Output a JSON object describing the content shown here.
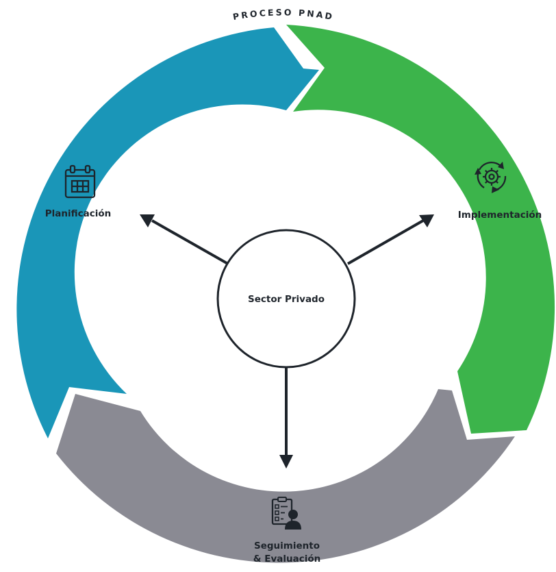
{
  "diagram": {
    "title": "PROCESO PNAD",
    "center": {
      "label": "Sector Privado"
    },
    "stages": [
      {
        "id": "planificacion",
        "lines": [
          "Planificación"
        ],
        "color": "#1a96b8",
        "icon": "calendar-icon"
      },
      {
        "id": "implementacion",
        "lines": [
          "Implementación"
        ],
        "color": "#3cb44b",
        "icon": "gear-cycle-icon"
      },
      {
        "id": "seguimiento",
        "lines": [
          "Seguimiento",
          "& Evaluación"
        ],
        "color": "#8a8a93",
        "icon": "checklist-person-icon"
      }
    ],
    "colors": {
      "text": "#1e242b",
      "arrow": "#1e242b",
      "background": "#ffffff"
    }
  }
}
